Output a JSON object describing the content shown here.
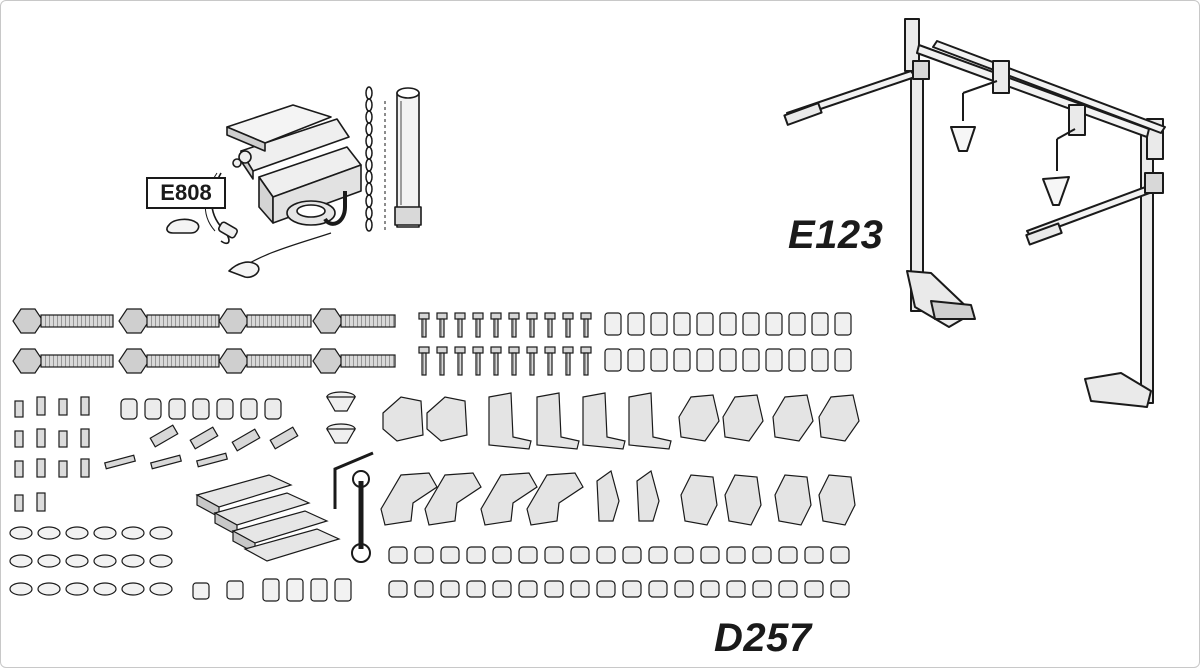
{
  "labels": {
    "e808": "E808",
    "e123": "E123",
    "d257": "D257"
  },
  "colors": {
    "ink": "#1a1a1a",
    "part_fill": "#e8e8e8",
    "part_shade": "#9a9a9a"
  },
  "drawings": {
    "e808": "hydraulic-pump-kit-drawing",
    "e123": "measuring-bridge-frame-drawing",
    "d257": "fixture-parts-set-drawing"
  }
}
